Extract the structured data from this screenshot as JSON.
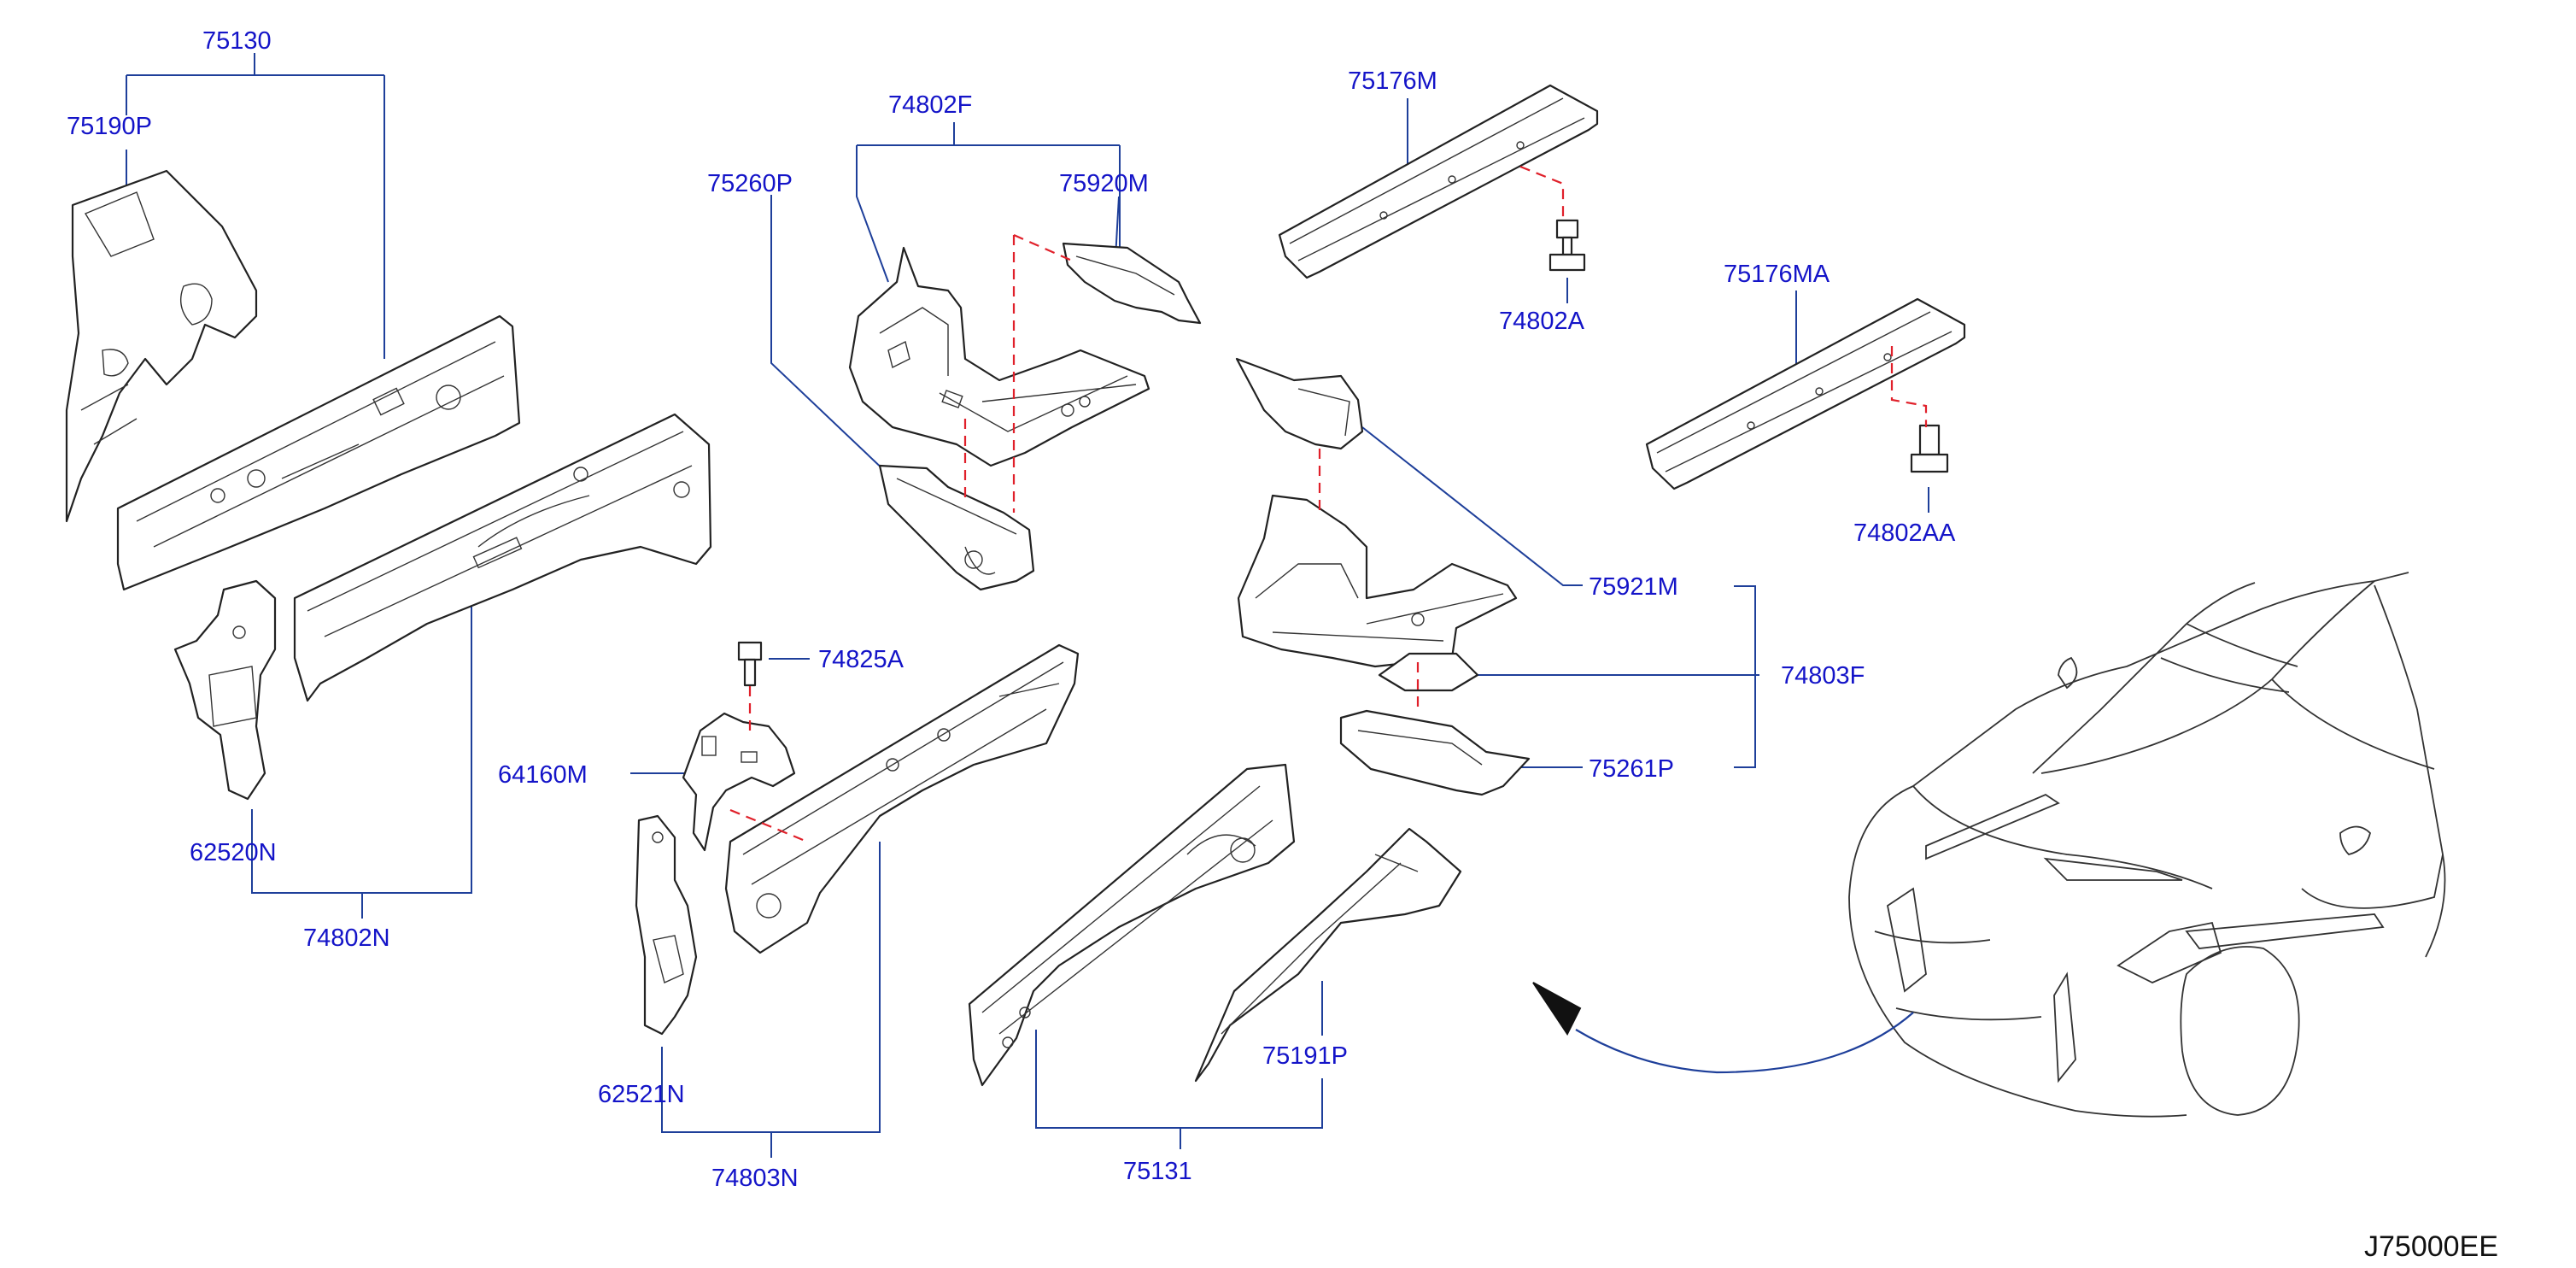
{
  "diagram_ref": "J75000EE",
  "labels": {
    "p75130": "75130",
    "p75190P": "75190P",
    "p62520N": "62520N",
    "p74802N": "74802N",
    "p74802F": "74802F",
    "p75260P": "75260P",
    "p75920M": "75920M",
    "p74825A": "74825A",
    "p64160M": "64160M",
    "p62521N": "62521N",
    "p74803N": "74803N",
    "p75176M": "75176M",
    "p74802A": "74802A",
    "p75176MA": "75176MA",
    "p74802AA": "74802AA",
    "p75921M": "75921M",
    "p74803F": "74803F",
    "p75261P": "75261P",
    "p75191P": "75191P",
    "p75131": "75131"
  }
}
